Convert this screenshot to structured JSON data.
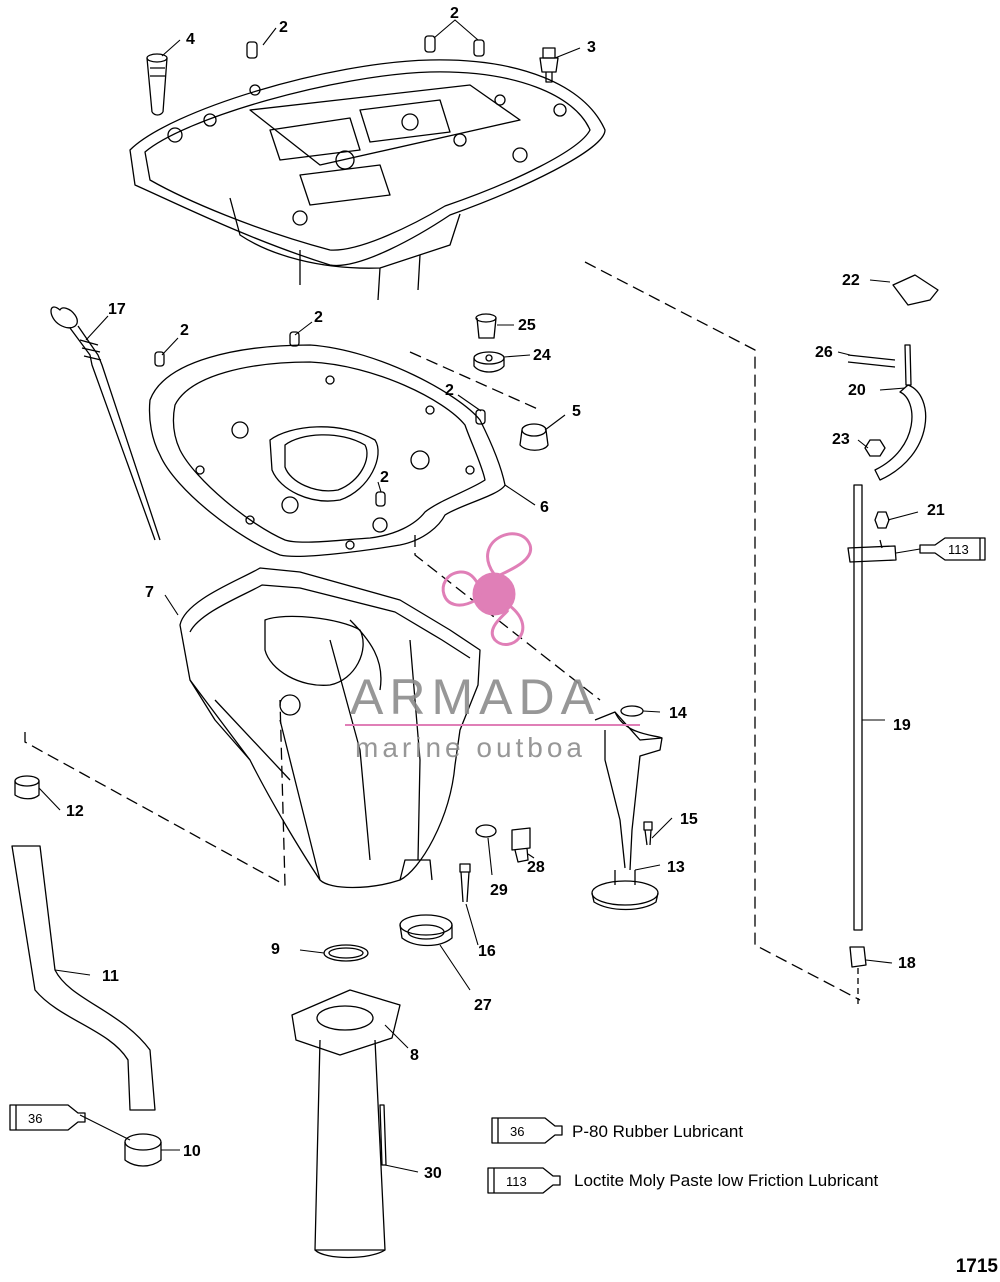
{
  "figure_number": "1715",
  "watermark": {
    "brand": "ARMADA",
    "tagline": "marine outboa",
    "accent_color": "#e07fb7"
  },
  "legend": [
    {
      "tube_code": "36",
      "description": "P-80 Rubber Lubricant"
    },
    {
      "tube_code": "113",
      "description": "Loctite Moly Paste low Friction Lubricant"
    }
  ],
  "callouts": [
    "2",
    "2",
    "2",
    "3",
    "4",
    "2",
    "2",
    "25",
    "24",
    "17",
    "2",
    "5",
    "6",
    "2",
    "22",
    "26",
    "20",
    "23",
    "21",
    "113",
    "7",
    "14",
    "19",
    "12",
    "15",
    "28",
    "13",
    "29",
    "16",
    "9",
    "27",
    "11",
    "8",
    "18",
    "36",
    "10",
    "30"
  ]
}
